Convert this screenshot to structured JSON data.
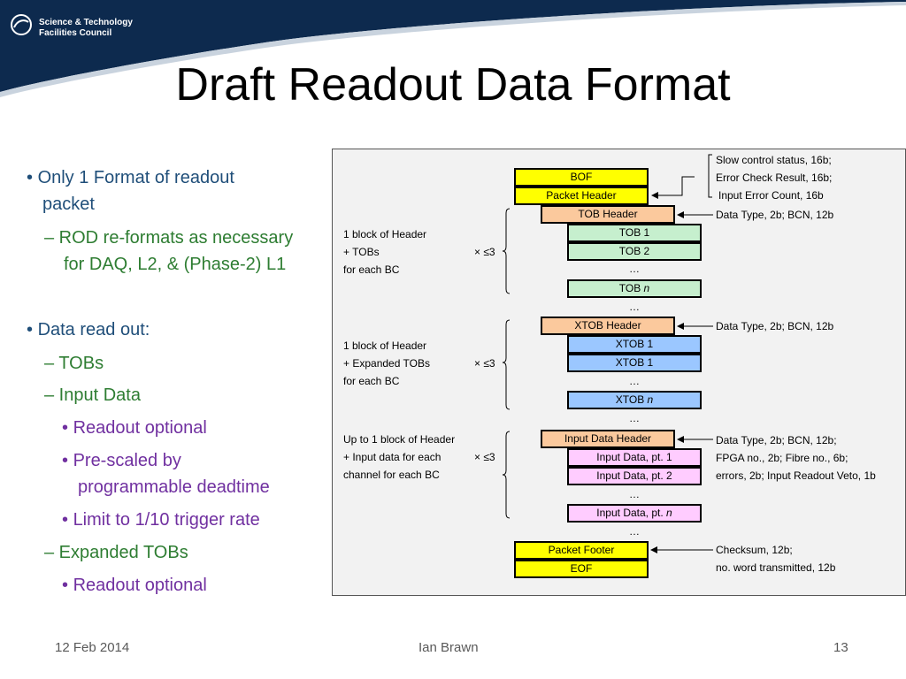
{
  "header": {
    "org_line1": "Science & Technology",
    "org_line2": "Facilities Council",
    "title": "Draft Readout Data Format",
    "banner_color": "#0d2a4e"
  },
  "bullets": [
    {
      "level": 1,
      "text": "Only 1 Format of readout"
    },
    {
      "level": 1,
      "text": "packet",
      "continuation": true
    },
    {
      "level": 2,
      "text": "– ROD re-formats as necessary"
    },
    {
      "level": 2,
      "text": "for DAQ, L2, & (Phase-2) L1",
      "continuation": true
    },
    {
      "level": 1,
      "text": "Data read out:"
    },
    {
      "level": 1,
      "text": "– TOBs"
    },
    {
      "level": 2,
      "text": "– Input Data"
    },
    {
      "level": 3,
      "text": "Readout optional"
    },
    {
      "level": 3,
      "text": "Pre-scaled by"
    },
    {
      "level": 3,
      "text": "programmable deadtime",
      "continuation": true
    },
    {
      "level": 3,
      "text": "Limit to 1/10 trigger rate"
    },
    {
      "level": 2,
      "text": "– Expanded TOBs"
    },
    {
      "level": 3,
      "text": "Readout optional"
    }
  ],
  "diagram": {
    "colors": {
      "frame": "#ffff00",
      "header": "#fbc99d",
      "tob": "#c6efce",
      "xtob": "#9bc7ff",
      "input": "#ffccff"
    },
    "boxes": [
      {
        "id": "bof",
        "label": "BOF",
        "kind": "frame"
      },
      {
        "id": "packet-header",
        "label": "Packet Header",
        "kind": "frame"
      },
      {
        "id": "tob-header",
        "label": "TOB Header",
        "kind": "header"
      },
      {
        "id": "tob-1",
        "label": "TOB 1",
        "kind": "tob"
      },
      {
        "id": "tob-2",
        "label": "TOB 2",
        "kind": "tob"
      },
      {
        "id": "tob-n",
        "label": "TOB ",
        "italic": "n",
        "kind": "tob"
      },
      {
        "id": "xtob-header",
        "label": "XTOB Header",
        "kind": "header"
      },
      {
        "id": "xtob-1",
        "label": "XTOB 1",
        "kind": "xtob"
      },
      {
        "id": "xtob-1b",
        "label": "XTOB 1",
        "kind": "xtob"
      },
      {
        "id": "xtob-n",
        "label": "XTOB ",
        "italic": "n",
        "kind": "xtob"
      },
      {
        "id": "input-data-header",
        "label": "Input Data Header",
        "kind": "header"
      },
      {
        "id": "input-data-pt1",
        "label": "Input Data, pt. 1",
        "kind": "input"
      },
      {
        "id": "input-data-pt2",
        "label": "Input Data, pt. 2",
        "kind": "input"
      },
      {
        "id": "input-data-ptn",
        "label": "Input Data, pt. ",
        "italic": "n",
        "kind": "input"
      },
      {
        "id": "packet-footer",
        "label": "Packet Footer",
        "kind": "frame"
      },
      {
        "id": "eof",
        "label": "EOF",
        "kind": "frame"
      }
    ],
    "ellipsis": "…",
    "groups": [
      {
        "lines": [
          "1 block of Header",
          "+ TOBs",
          "for each BC"
        ],
        "multiplier": "× ≤3"
      },
      {
        "lines": [
          "1 block of Header",
          "+ Expanded TOBs",
          "for each BC"
        ],
        "multiplier": "× ≤3"
      },
      {
        "lines": [
          "Up to 1 block of Header",
          "+ Input data for each",
          "channel for each BC"
        ],
        "multiplier": "× ≤3"
      }
    ],
    "notes": {
      "packet_header": [
        "Slow control status, 16b;",
        "Error Check Result, 16b;",
        "Input Error Count, 16b"
      ],
      "tob_header": "Data Type, 2b; BCN, 12b",
      "xtob_header": "Data Type, 2b; BCN, 12b",
      "input_header": [
        "Data Type, 2b; BCN, 12b;",
        "FPGA no., 2b; Fibre no., 6b;",
        "errors, 2b; Input Readout Veto, 1b"
      ],
      "packet_footer": [
        "Checksum, 12b;",
        "no. word transmitted, 12b"
      ]
    }
  },
  "footer": {
    "date": "12 Feb 2014",
    "author": "Ian Brawn",
    "page": "13"
  }
}
